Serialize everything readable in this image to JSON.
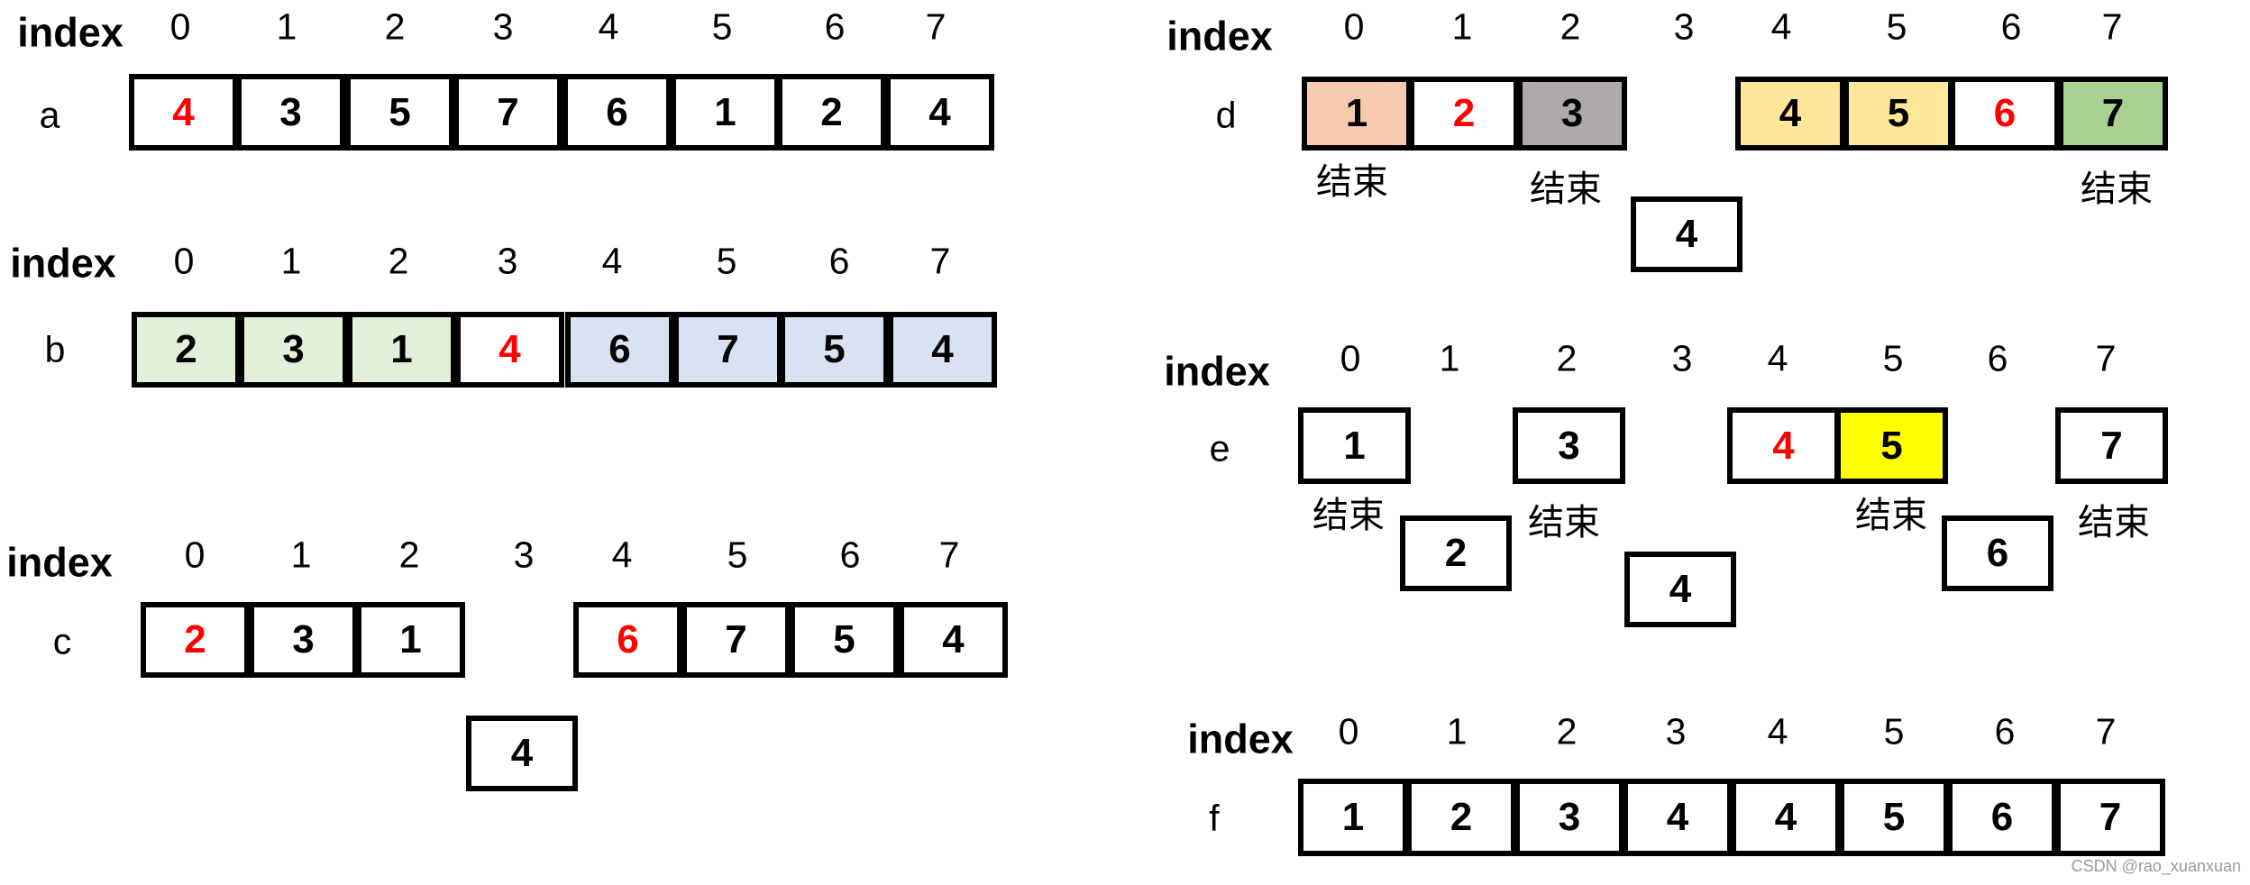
{
  "colors": {
    "green": "#e2efd9",
    "blue": "#d9e2f3",
    "orange": "#f8cbad",
    "gray": "#aeaaaa",
    "lightyellow": "#ffe699",
    "olivegreen": "#a9d08e",
    "yellow": "#ffff00",
    "red_text": "#ff0000"
  },
  "index_label": "index",
  "end_label": "结束",
  "indices": [
    "0",
    "1",
    "2",
    "3",
    "4",
    "5",
    "6",
    "7"
  ],
  "panels": [
    {
      "id": "a",
      "label": "a",
      "cells": [
        {
          "v": "4",
          "red": true
        },
        {
          "v": "3"
        },
        {
          "v": "5"
        },
        {
          "v": "7"
        },
        {
          "v": "6"
        },
        {
          "v": "1"
        },
        {
          "v": "2"
        },
        {
          "v": "4"
        }
      ],
      "extra_cells": [],
      "end_markers": []
    },
    {
      "id": "b",
      "label": "b",
      "cells": [
        {
          "v": "2",
          "fill": "green"
        },
        {
          "v": "3",
          "fill": "green"
        },
        {
          "v": "1",
          "fill": "green"
        },
        {
          "v": "4",
          "red": true
        },
        {
          "v": "6",
          "fill": "blue"
        },
        {
          "v": "7",
          "fill": "blue"
        },
        {
          "v": "5",
          "fill": "blue"
        },
        {
          "v": "4",
          "fill": "blue"
        }
      ],
      "extra_cells": [],
      "end_markers": []
    },
    {
      "id": "c",
      "label": "c",
      "cells": [
        {
          "v": "2",
          "red": true
        },
        {
          "v": "3"
        },
        {
          "v": "1"
        },
        null,
        {
          "v": "6",
          "red": true
        },
        {
          "v": "7"
        },
        {
          "v": "5"
        },
        {
          "v": "4"
        }
      ],
      "extra_cells": [
        {
          "v": "4"
        }
      ],
      "end_markers": []
    },
    {
      "id": "d",
      "label": "d",
      "cells": [
        {
          "v": "1",
          "fill": "orange"
        },
        {
          "v": "2",
          "red": true
        },
        {
          "v": "3",
          "fill": "gray"
        },
        null,
        {
          "v": "4",
          "fill": "lightyellow"
        },
        {
          "v": "5",
          "fill": "lightyellow"
        },
        {
          "v": "6",
          "red": true
        },
        {
          "v": "7",
          "fill": "olivegreen"
        }
      ],
      "extra_cells": [
        {
          "v": "4"
        }
      ],
      "end_markers": [
        "结束",
        "结束",
        "结束"
      ]
    },
    {
      "id": "e",
      "label": "e",
      "cells": [
        {
          "v": "1"
        },
        null,
        {
          "v": "3"
        },
        null,
        {
          "v": "4",
          "red": true
        },
        {
          "v": "5",
          "fill": "yellow"
        },
        null,
        {
          "v": "7"
        }
      ],
      "extra_cells": [
        {
          "v": "2"
        },
        {
          "v": "4"
        },
        {
          "v": "6"
        }
      ],
      "end_markers": [
        "结束",
        "结束",
        "结束",
        "结束"
      ]
    },
    {
      "id": "f",
      "label": "f",
      "cells": [
        {
          "v": "1"
        },
        {
          "v": "2"
        },
        {
          "v": "3"
        },
        {
          "v": "4"
        },
        {
          "v": "4"
        },
        {
          "v": "5"
        },
        {
          "v": "6"
        },
        {
          "v": "7"
        }
      ],
      "extra_cells": [],
      "end_markers": []
    }
  ],
  "watermark": "CSDN @rao_xuanxuan"
}
